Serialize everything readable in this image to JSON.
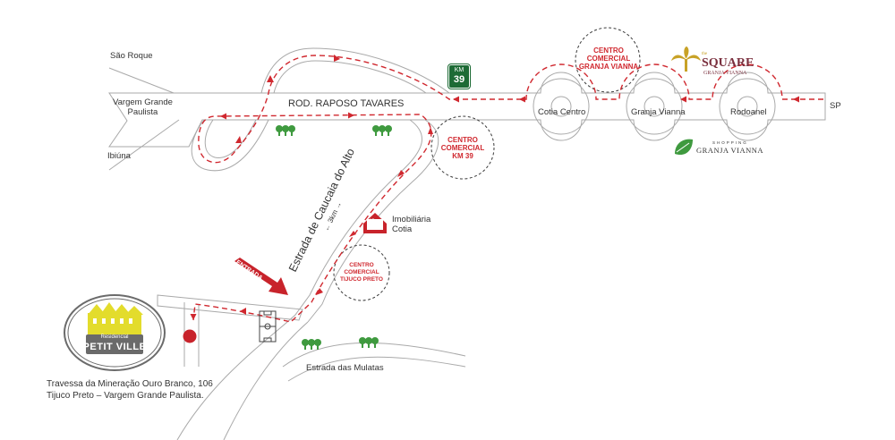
{
  "places": {
    "sao_roque": "São Roque",
    "vargem_grande_paulista": "Vargem Grande\nPaulista",
    "ibiuna": "Ibiúna",
    "rod_raposo_tavares": "ROD. RAPOSO TAVARES",
    "sp": "SP",
    "cotia_centro": "Cotia Centro",
    "granja_vianna": "Granja Vianna",
    "rodoanel": "Rodoanel",
    "estrada_caucaia": "Estrada de Caucaia do Alto",
    "distance": "← 3km →",
    "estrada_mulatas": "Estrada das Mulatas"
  },
  "landmarks": {
    "cc_granja_vianna": "CENTRO\nCOMERCIAL\nGRANJA VIANNA",
    "cc_km39": "CENTRO\nCOMERCIAL\nKM 39",
    "cc_tijuco_preto": "CENTRO\nCOMERCIAL\nTIJUCO PRETO",
    "imobiliaria": "Imobiliária\nCotia",
    "imobiliaria_mark": "IC"
  },
  "km_sign": {
    "top": "KM",
    "number": "39"
  },
  "entrada_label": "ENTRADA",
  "logos": {
    "square_small": "the",
    "square_title": "SQUARE",
    "square_sub": "GRANJA VIANNA",
    "shopping_small": "SHOPPING",
    "shopping_title": "GRANJA VIANNA",
    "petit_small": "Residencial",
    "petit_title": "PETIT VILLE"
  },
  "address": {
    "line1": "Travessa da Mineração Ouro Branco, 106",
    "line2": "Tijuco Preto – Vargem Grande Paulista."
  },
  "colors": {
    "route": "#d0282f",
    "road_outline": "#a9a9a9",
    "km_sign": "#1d6b35",
    "tree": "#3f9a3f",
    "square_gold": "#c8a227",
    "shopping_green": "#3f9a3f",
    "petit_yellow": "#e3dc2c"
  },
  "icons": [
    "route-arrow-icon",
    "tree-icon",
    "soccer-field-icon",
    "location-pin-icon",
    "house-icon",
    "leaf-icon",
    "palm-icon"
  ]
}
